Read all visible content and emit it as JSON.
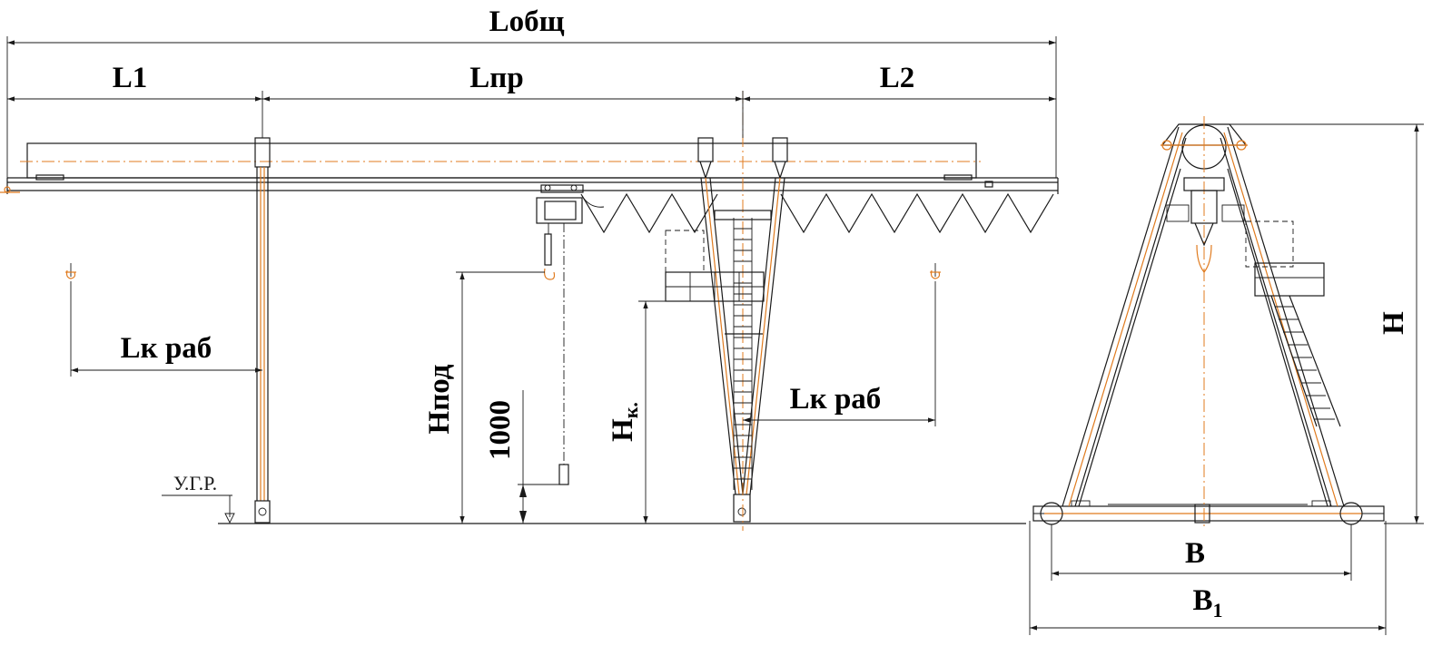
{
  "dimensions": {
    "total_length": "Lобщ",
    "cantilever_left": "L1",
    "span": "Lпр",
    "cantilever_right": "L2",
    "hook_reach_left": "Lк раб",
    "hook_reach_right": "Lк раб",
    "lift_height": "Hпод",
    "min_hook_height": "1000",
    "cabin_height_main": "H",
    "cabin_height_sub": "к.",
    "ground_level": "У.Г.Р.",
    "crane_height": "H",
    "track_gauge": "B",
    "base_width_main": "B",
    "base_width_sub": "1"
  },
  "colors": {
    "line": "#1a1a1a",
    "axis": "#e07b1f"
  }
}
